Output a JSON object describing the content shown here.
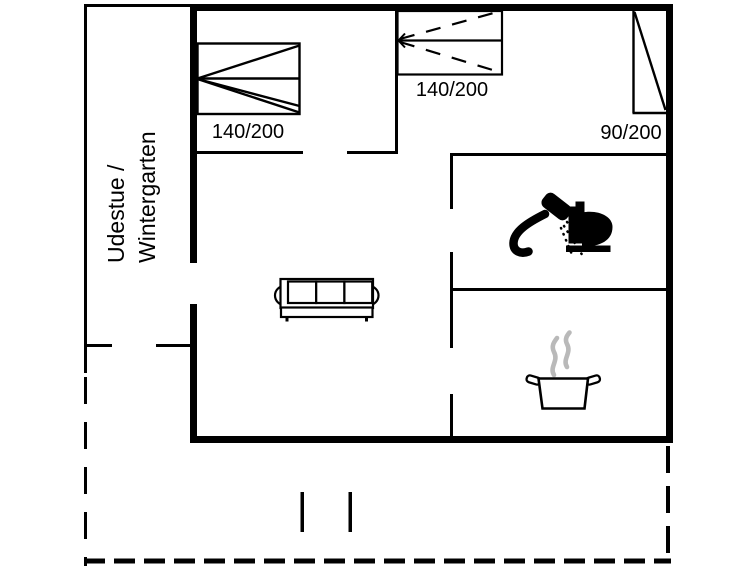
{
  "floorplan": {
    "background_color": "#ffffff",
    "line_color": "#000000",
    "steam_color": "#b9b9b9",
    "annex": {
      "label_line1": "Udestue /",
      "label_line2": "Wintergarten"
    },
    "beds": [
      {
        "name": "double-bed-left",
        "label": "140/200"
      },
      {
        "name": "double-bed-middle",
        "label": "140/200"
      },
      {
        "name": "single-bed-right",
        "label": "90/200"
      }
    ],
    "icons": [
      "sofa-icon",
      "shower-icon",
      "toilet-icon",
      "cooking-pot-icon",
      "steam-icon"
    ]
  }
}
